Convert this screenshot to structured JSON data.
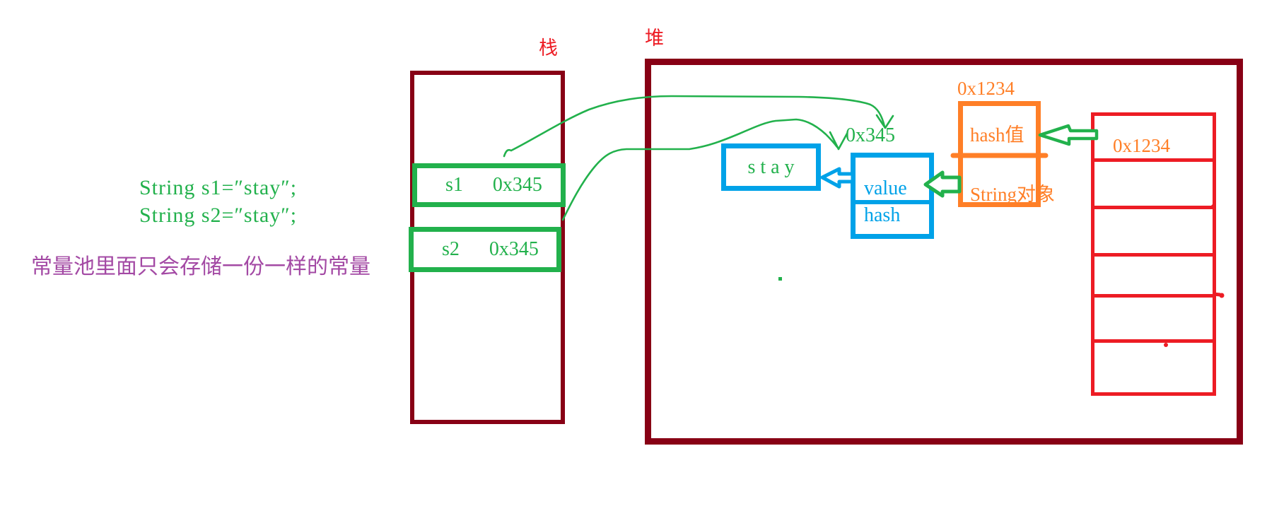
{
  "code_snippet": {
    "line1": "String s1=″stay″;",
    "line2": "String s2=″stay″;"
  },
  "note": "常量池里面只会存储一份一样的常量",
  "stack": {
    "label": "栈",
    "slots": [
      {
        "name": "s1",
        "value": "0x345"
      },
      {
        "name": "s2",
        "value": "0x345"
      }
    ]
  },
  "heap": {
    "label": "堆",
    "pool_address": "0x345",
    "char_array": {
      "content": "s t a y"
    },
    "string_value_box": {
      "field1": "value",
      "field2": "hash"
    },
    "string_object_box": {
      "address": "0x1234",
      "field1": "hash值",
      "field2": "String对象"
    },
    "reference_table": {
      "cell1": "0x1234",
      "row_count": 6
    }
  },
  "palette": {
    "dark_red": "#880015",
    "red": "#ED1C24",
    "orange": "#FF7F27",
    "green": "#22B14C",
    "blue": "#00A2E8",
    "purple": "#A349A4"
  }
}
